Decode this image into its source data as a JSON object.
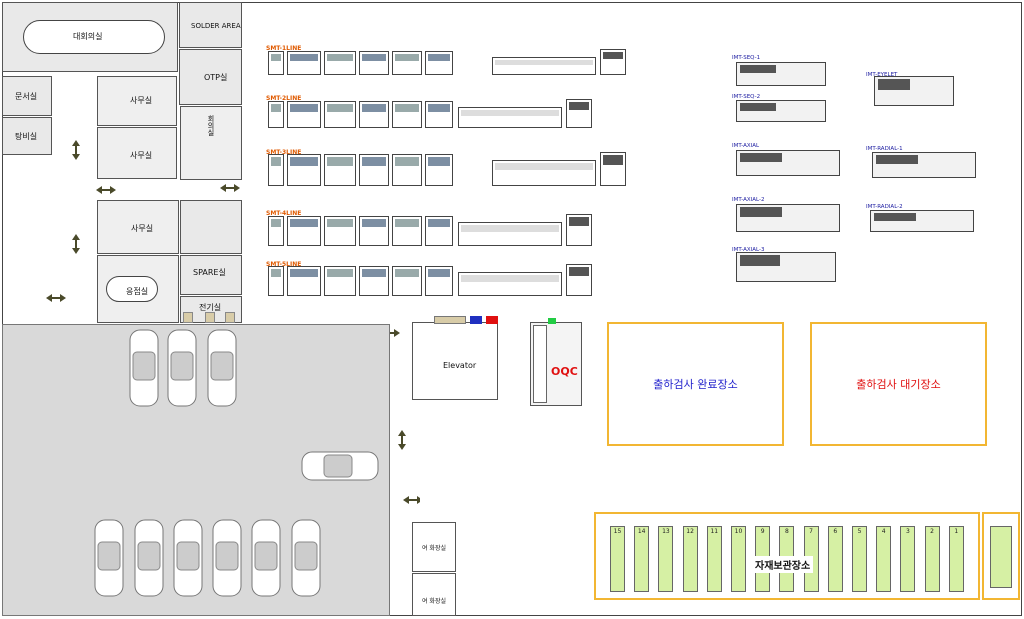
{
  "rooms": {
    "conference": "대회의실",
    "solder_area": "SOLDER AREA",
    "otp": "OTP실",
    "document": "문서실",
    "pantry": "탕비실",
    "office1": "사무실",
    "office2": "사무실",
    "office3": "사무실",
    "spare": "SPARE실",
    "reception": "응접실",
    "electrical": "전기실",
    "small_room_text": "회의실",
    "elevator": "Elevator",
    "oqc": "OQC",
    "restroom_female": "여 화장실",
    "restroom_male": "여 화장실"
  },
  "smt_lines": [
    "SMT-1LINE",
    "SMT-2LINE",
    "SMT-3LINE",
    "SMT-4LINE",
    "SMT-5LINE"
  ],
  "imt_machines": {
    "seq1": "IMT-SEQ-1",
    "seq2": "IMT-SEQ-2",
    "eyelet": "IMT-EYELET",
    "axial1": "IMT-AXIAL",
    "radial1": "IMT-RADIAL-1",
    "axial2": "IMT-AXIAL-2",
    "radial2": "IMT-RADIAL-2",
    "axial3": "IMT-AXIAL-3"
  },
  "areas": {
    "inspection_done": "출하검사 완료장소",
    "inspection_wait": "출하검사 대기장소",
    "material_storage": "자재보관장소"
  },
  "shelf_numbers": [
    "15",
    "14",
    "13",
    "12",
    "11",
    "10",
    "9",
    "8",
    "7",
    "6",
    "5",
    "4",
    "3",
    "2",
    "1"
  ],
  "colors": {
    "orange_line": "#e05a00",
    "imt_blue": "#1a1aa0",
    "area_border": "#f2b632",
    "blue_text": "#2222cc",
    "red_text": "#e01010",
    "shelf_green": "#d6f0a4",
    "parking_gray": "#d9d9d9"
  }
}
